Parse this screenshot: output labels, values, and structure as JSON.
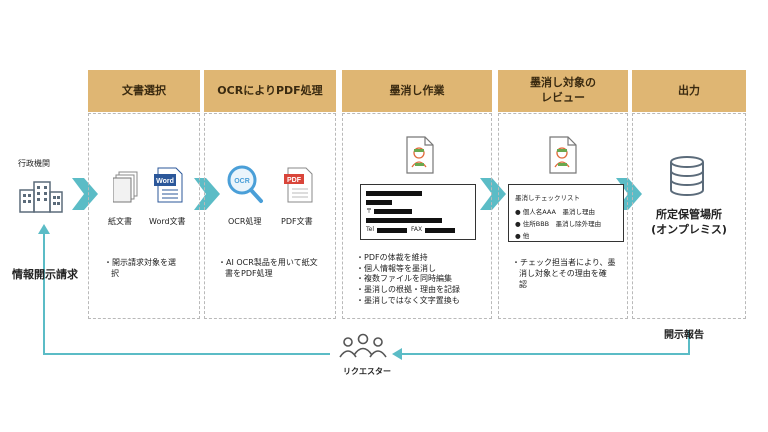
{
  "colors": {
    "header_bg": "#dfb673",
    "arrow": "#5bbcc6",
    "icon_gray": "#5b6b7a",
    "word_blue": "#2b579a",
    "pdf_red": "#d9453a",
    "ocr_blue": "#4a9fd8"
  },
  "agency": {
    "label": "行政機関",
    "icon": "building-icon"
  },
  "request_label": "情報開示請求",
  "requester": {
    "label": "リクエスター",
    "icon": "people-icon"
  },
  "disclosure_report": "開示報告",
  "columns": [
    {
      "header": "文書選択",
      "icons": [
        "paper-document-icon",
        "word-document-icon"
      ],
      "icon_labels": [
        "紙文書",
        "Word文書"
      ],
      "bullets": [
        "・開示請求対象を選",
        "択"
      ]
    },
    {
      "header": "OCRによりPDF処理",
      "icons": [
        "ocr-icon",
        "pdf-document-icon"
      ],
      "icon_labels": [
        "OCR処理",
        "PDF文書"
      ],
      "bullets": [
        "・AI OCR製品を用いて紙文",
        "書をPDF処理"
      ]
    },
    {
      "header": "墨消し作業",
      "icons": [
        "redacted-document-icon"
      ],
      "doc_lines": [
        "〒",
        "Tel",
        "FAX"
      ],
      "bullets": [
        "・PDFの体裁を維持",
        "・個人情報等を墨消し",
        "・複数ファイルを同時編集",
        "・墨消しの根拠・理由を記録",
        "・墨消しではなく文字置換も"
      ]
    },
    {
      "header_lines": [
        "墨消し対象の",
        "レビュー"
      ],
      "icons": [
        "redacted-document-icon"
      ],
      "checklist_title": "墨消しチェックリスト",
      "checklist_items": [
        "● 個人名AAA　墨消し理由",
        "● 住所BBB　墨消し除外理由",
        "● 他"
      ],
      "bullets": [
        "・チェック担当者により、墨",
        "消し対象とその理由を確",
        "認"
      ]
    },
    {
      "header": "出力",
      "icons": [
        "database-icon"
      ],
      "output_lines": [
        "所定保管場所",
        "(オンプレミス)"
      ]
    }
  ]
}
